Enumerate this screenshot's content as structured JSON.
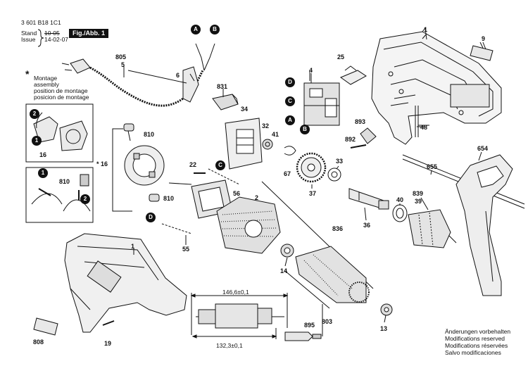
{
  "header": {
    "part_number": "3 601 B18 1C1",
    "stand_label": "Stand",
    "issue_label": "Issue",
    "stand_date_struck": "10-05",
    "issue_date": "14-02-07",
    "fig_label": "Fig./Abb. 1"
  },
  "montage_note": {
    "symbol": "*",
    "lines": [
      "Montage",
      "assembly",
      "position de montage",
      "posicion de montage"
    ]
  },
  "footer_note": {
    "lines": [
      "Änderungen vorbehalten",
      "Modifications reserved",
      "Modifications réservées",
      "Salvo modificaciones"
    ]
  },
  "dimensions": {
    "top": "146,6±0,1",
    "bottom": "132,3±0,1"
  },
  "markers": [
    "A",
    "B",
    "C",
    "D"
  ],
  "insets": {
    "top_callouts": [
      "2",
      "1"
    ],
    "top_part": "16",
    "bottom_callouts": [
      "1",
      "2"
    ],
    "bottom_part": "810",
    "star_label": "* 16"
  },
  "parts": {
    "p1_top": "1",
    "p9": "9",
    "p805": "805",
    "p5": "5",
    "p6": "6",
    "p25": "25",
    "p4": "4",
    "p831": "831",
    "p34": "34",
    "p32": "32",
    "p41": "41",
    "p48": "48",
    "p893": "893",
    "p892": "892",
    "p810_a": "810",
    "p810_b": "810",
    "p22": "22",
    "p56": "56",
    "p2": "2",
    "p67": "67",
    "p33": "33",
    "p37": "37",
    "p655": "655",
    "p654": "654",
    "p839": "839",
    "p39": "39",
    "p40": "40",
    "p836": "836",
    "p36": "36",
    "p55": "55",
    "p1_bottom": "1",
    "p14": "14",
    "p803": "803",
    "p895": "895",
    "p13": "13",
    "p808": "808",
    "p19": "19"
  }
}
